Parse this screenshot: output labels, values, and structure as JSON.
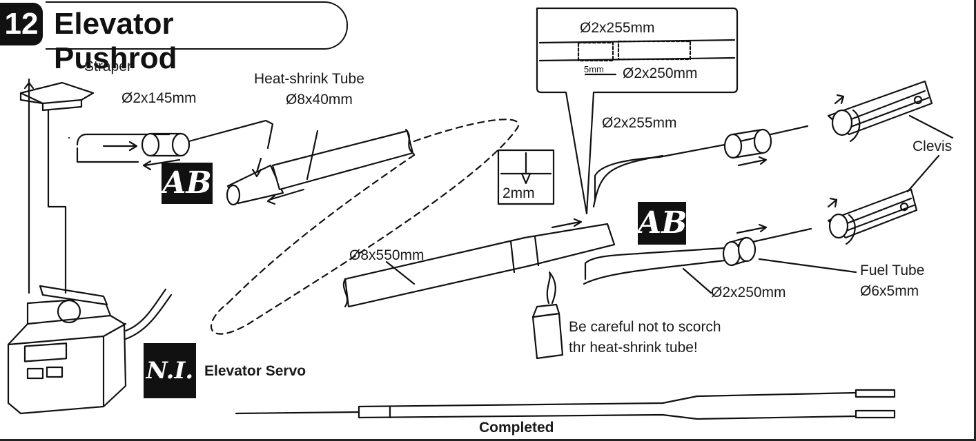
{
  "step": {
    "number": "12",
    "title": "Elevator Pushrod"
  },
  "badges": {
    "glue_ab": "AB",
    "nylon_insert": "N.I."
  },
  "labels": {
    "straper": "Straper",
    "rod_145": "Ø2x145mm",
    "heatshrink": "Heat-shrink Tube",
    "heatshrink_size": "Ø8x40mm",
    "inset_top": "Ø2x255mm",
    "inset_gap": "5mm",
    "inset_bottom": "Ø2x250mm",
    "rod_255": "Ø2x255mm",
    "clevis": "Clevis",
    "drill": "2mm",
    "tube_550": "Ø8x550mm",
    "fuel_tube": "Fuel Tube",
    "fuel_tube_size": "Ø6x5mm",
    "rod_250": "Ø2x250mm",
    "caution_line1": "Be careful not to scorch",
    "caution_line2": "thr heat-shrink tube!",
    "elevator_servo": "Elevator Servo",
    "completed": "Completed"
  },
  "colors": {
    "ink": "#111111",
    "paper": "#ffffff"
  }
}
